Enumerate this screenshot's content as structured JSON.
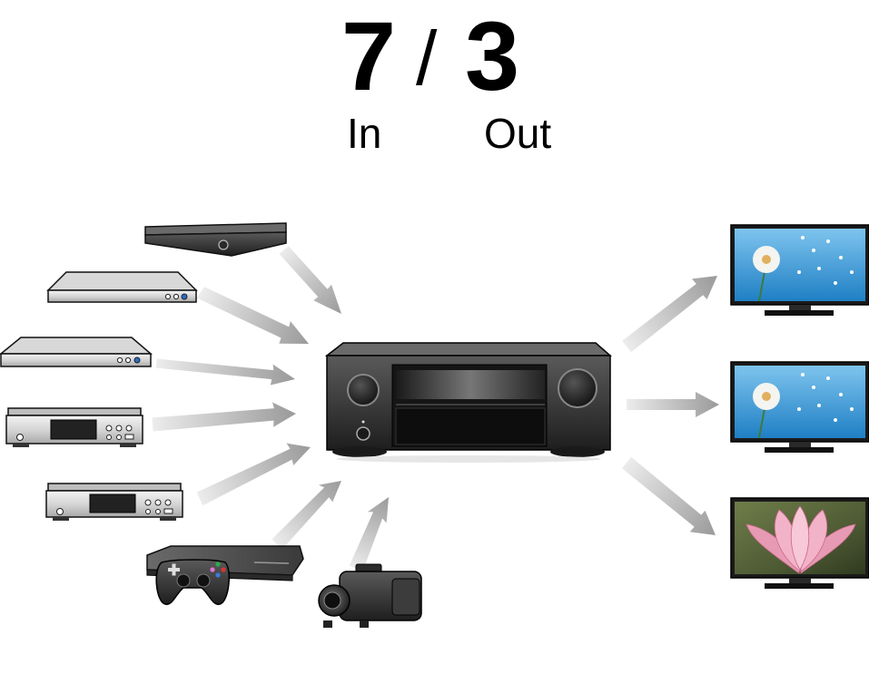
{
  "header": {
    "inputs_count": "7",
    "separator": "/",
    "outputs_count": "3",
    "inputs_label": "In",
    "outputs_label": "Out"
  },
  "sources": [
    {
      "name": "streaming-box-icon"
    },
    {
      "name": "bluray-player-icon"
    },
    {
      "name": "dvd-player-icon"
    },
    {
      "name": "cd-player-icon"
    },
    {
      "name": "media-player-icon"
    },
    {
      "name": "game-console-icon"
    },
    {
      "name": "camcorder-icon"
    }
  ],
  "hub": {
    "name": "av-receiver-icon"
  },
  "outputs": [
    {
      "name": "tv-dandelion-icon"
    },
    {
      "name": "tv-dandelion-icon"
    },
    {
      "name": "tv-lotus-icon"
    }
  ],
  "colors": {
    "arrow_start": "#ececec",
    "arrow_end": "#9a9a9a",
    "device_dark": "#3a3a3a",
    "sky_blue": "#4aa3df"
  }
}
